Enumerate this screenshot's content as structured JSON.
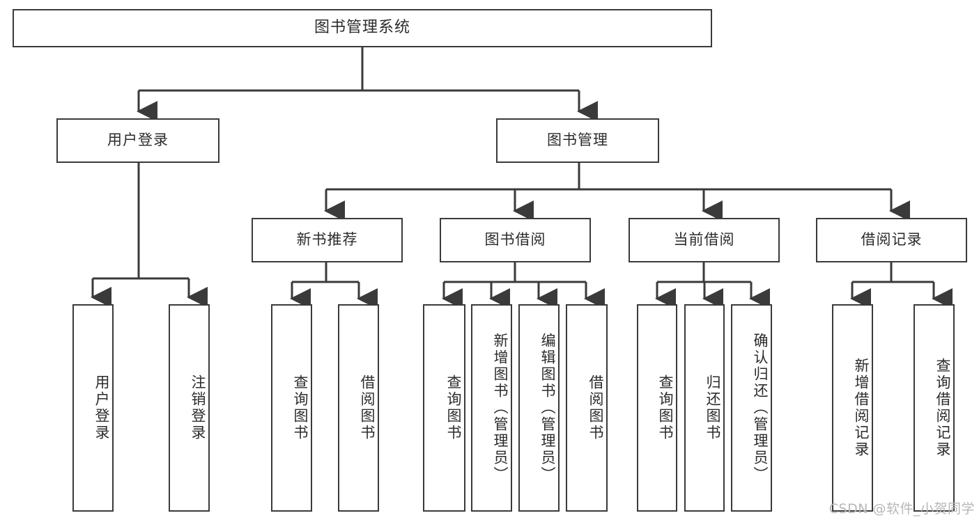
{
  "diagram": {
    "title": "图书管理系统",
    "type": "tree-hierarchy-diagram",
    "watermark": "CSDN @软件_小贺同学",
    "colors": {
      "border": "#3a3a3a",
      "text": "#2b2b2b",
      "background": "#ffffff",
      "watermark": "#b7b7b7"
    }
  },
  "root": {
    "label": "图书管理系统"
  },
  "level2": [
    {
      "label": "用户登录"
    },
    {
      "label": "图书管理"
    }
  ],
  "level3": [
    {
      "label": "新书推荐"
    },
    {
      "label": "图书借阅"
    },
    {
      "label": "当前借阅"
    },
    {
      "label": "借阅记录"
    }
  ],
  "leaves": {
    "user_login": [
      {
        "label": "用户登录"
      },
      {
        "label": "注销登录"
      }
    ],
    "new_book": [
      {
        "label": "查询图书"
      },
      {
        "label": "借阅图书"
      }
    ],
    "book_borrow": [
      {
        "label": "查询图书"
      },
      {
        "label": "新增图书（管理员）"
      },
      {
        "label": "编辑图书（管理员）"
      },
      {
        "label": "借阅图书"
      }
    ],
    "current_borrow": [
      {
        "label": "查询图书"
      },
      {
        "label": "归还图书"
      },
      {
        "label": "确认归还（管理员）"
      }
    ],
    "borrow_record": [
      {
        "label": "新增借阅记录"
      },
      {
        "label": "查询借阅记录"
      }
    ]
  }
}
